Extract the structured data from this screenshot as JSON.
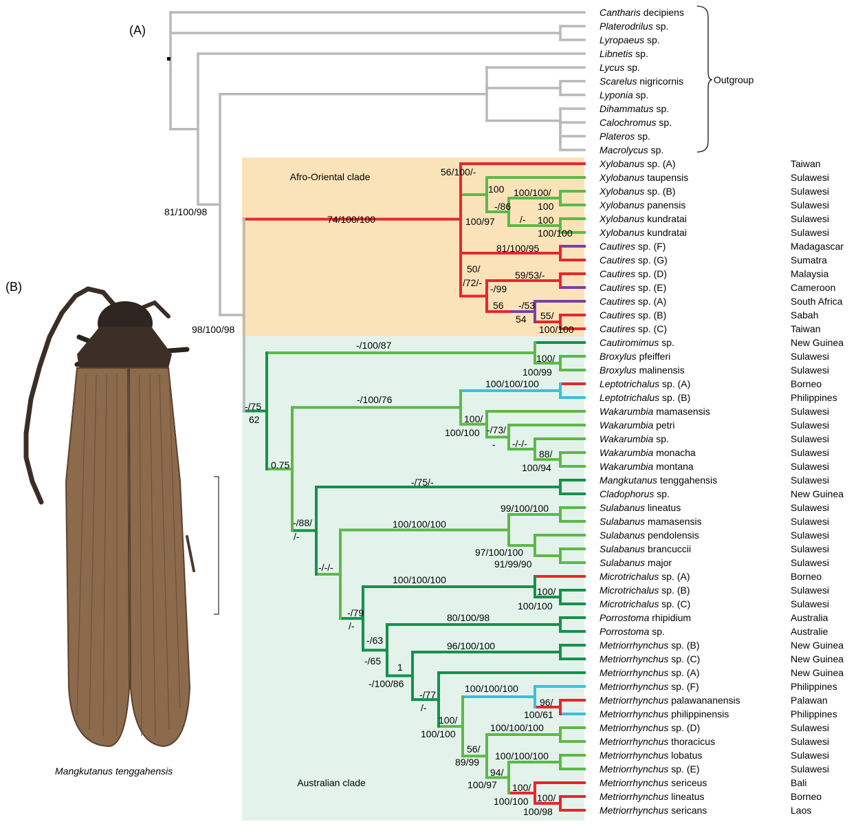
{
  "panels": {
    "a": "(A)",
    "b": "(B)"
  },
  "caption": "Mangkutanus tenggahensis",
  "outgroup_label": "Outgroup",
  "clades": {
    "afro": "Afro-Oriental clade",
    "aus": "Australian clade"
  },
  "colors": {
    "outgroup": "#b9b9b9",
    "red": "#e8262b",
    "green_light": "#5db848",
    "green_dark": "#15914a",
    "cyan": "#3cbfd7",
    "purple": "#7b3fa0",
    "afro_bg": "#fbe3b9",
    "aus_bg": "#e3f3ec"
  },
  "taxa": [
    {
      "genus": "Cantharis",
      "rest": " decipiens",
      "region": ""
    },
    {
      "genus": "Platerodrilus",
      "rest": " sp.",
      "region": ""
    },
    {
      "genus": "Lyropaeus",
      "rest": " sp.",
      "region": ""
    },
    {
      "genus": "Libnetis",
      "rest": " sp.",
      "region": ""
    },
    {
      "genus": "Lycus",
      "rest": " sp.",
      "region": ""
    },
    {
      "genus": "Scarelus",
      "rest": " nigricornis",
      "region": ""
    },
    {
      "genus": "Lyponia",
      "rest": " sp.",
      "region": ""
    },
    {
      "genus": "Dihammatus",
      "rest": " sp.",
      "region": ""
    },
    {
      "genus": "Calochromus",
      "rest": " sp.",
      "region": ""
    },
    {
      "genus": "Plateros",
      "rest": " sp.",
      "region": ""
    },
    {
      "genus": "Macrolycus",
      "rest": " sp.",
      "region": ""
    },
    {
      "genus": "Xylobanus",
      "rest": " sp. (A)",
      "region": "Taiwan"
    },
    {
      "genus": "Xylobanus",
      "rest": " taupensis",
      "region": "Sulawesi"
    },
    {
      "genus": "Xylobanus",
      "rest": " sp. (B)",
      "region": "Sulawesi"
    },
    {
      "genus": "Xylobanus",
      "rest": " panensis",
      "region": "Sulawesi"
    },
    {
      "genus": "Xylobanus",
      "rest": " kundratai",
      "region": "Sulawesi"
    },
    {
      "genus": "Xylobanus",
      "rest": " kundratai",
      "region": "Sulawesi"
    },
    {
      "genus": "Cautires",
      "rest": " sp. (F)",
      "region": "Madagascar"
    },
    {
      "genus": "Cautires",
      "rest": " sp. (G)",
      "region": "Sumatra"
    },
    {
      "genus": "Cautires",
      "rest": " sp. (D)",
      "region": "Malaysia"
    },
    {
      "genus": "Cautires",
      "rest": " sp. (E)",
      "region": "Cameroon"
    },
    {
      "genus": "Cautires",
      "rest": " sp. (A)",
      "region": "South Africa"
    },
    {
      "genus": "Cautires",
      "rest": " sp. (B)",
      "region": "Sabah"
    },
    {
      "genus": "Cautires",
      "rest": " sp. (C)",
      "region": "Taiwan"
    },
    {
      "genus": "Cautiromimus",
      "rest": " sp.",
      "region": "New Guinea"
    },
    {
      "genus": "Broxylus",
      "rest": " pfeifferi",
      "region": "Sulawesi"
    },
    {
      "genus": "Broxylus",
      "rest": " malinensis",
      "region": "Sulawesi"
    },
    {
      "genus": "Leptotrichalus",
      "rest": " sp. (A)",
      "region": "Borneo"
    },
    {
      "genus": "Leptotrichalus",
      "rest": " sp. (B)",
      "region": "Philippines"
    },
    {
      "genus": "Wakarumbia",
      "rest": " mamasensis",
      "region": "Sulawesi"
    },
    {
      "genus": "Wakarumbia",
      "rest": " petri",
      "region": "Sulawesi"
    },
    {
      "genus": "Wakarumbia",
      "rest": " sp.",
      "region": "Sulawesi"
    },
    {
      "genus": "Wakarumbia",
      "rest": " monacha",
      "region": "Sulawesi"
    },
    {
      "genus": "Wakarumbia",
      "rest": " montana",
      "region": "Sulawesi"
    },
    {
      "genus": "Mangkutanus",
      "rest": " tenggahensis",
      "region": "Sulawesi"
    },
    {
      "genus": "Cladophorus",
      "rest": " sp.",
      "region": "New Guinea"
    },
    {
      "genus": "Sulabanus",
      "rest": " lineatus",
      "region": "Sulawesi"
    },
    {
      "genus": "Sulabanus",
      "rest": " mamasensis",
      "region": "Sulawesi"
    },
    {
      "genus": "Sulabanus",
      "rest": " pendolensis",
      "region": "Sulawesi"
    },
    {
      "genus": "Sulabanus",
      "rest": " brancuccii",
      "region": "Sulawesi"
    },
    {
      "genus": "Sulabanus",
      "rest": " major",
      "region": "Sulawesi"
    },
    {
      "genus": "Microtrichalus",
      "rest": " sp. (A)",
      "region": "Borneo"
    },
    {
      "genus": "Microtrichalus",
      "rest": " sp. (B)",
      "region": "Sulawesi"
    },
    {
      "genus": "Microtrichalus",
      "rest": " sp. (C)",
      "region": "Sulawesi"
    },
    {
      "genus": "Porrostoma",
      "rest": " rhipidium",
      "region": "Australia"
    },
    {
      "genus": "Porrostoma",
      "rest": " sp.",
      "region": "Australie"
    },
    {
      "genus": "Metriorrhynchus",
      "rest": " sp. (B)",
      "region": "New Guinea"
    },
    {
      "genus": "Metriorrhynchus",
      "rest": " sp. (C)",
      "region": "New Guinea"
    },
    {
      "genus": "Metriorrhynchus",
      "rest": " sp. (A)",
      "region": "New Guinea"
    },
    {
      "genus": "Metriorrhynchus",
      "rest": " sp. (F)",
      "region": "Philippines"
    },
    {
      "genus": "Metriorrhynchus",
      "rest": " palawananensis",
      "region": "Palawan"
    },
    {
      "genus": "Metriorrhynchus",
      "rest": " philippinensis",
      "region": "Philippines"
    },
    {
      "genus": "Metriorrhynchus",
      "rest": " sp. (D)",
      "region": "Sulawesi"
    },
    {
      "genus": "Metriorrhynchus",
      "rest": " thoracicus",
      "region": "Sulawesi"
    },
    {
      "genus": "Metriorrhynchus",
      "rest": " lobatus",
      "region": "Sulawesi"
    },
    {
      "genus": "Metriorrhynchus",
      "rest": " sp. (E)",
      "region": "Sulawesi"
    },
    {
      "genus": "Metriorrhynchus",
      "rest": " sericeus",
      "region": "Bali"
    },
    {
      "genus": "Metriorrhynchus",
      "rest": " lineatus",
      "region": "Borneo"
    },
    {
      "genus": "Metriorrhynchus",
      "rest": " sericans",
      "region": "Laos"
    }
  ],
  "support_labels": [
    "81/100/98",
    "98/100/98",
    "74/100/100",
    "56/100/-",
    "100",
    "100/97",
    "100/100/",
    "-/86",
    "100",
    "/-",
    "100",
    "100/100",
    "81/100/95",
    "50/",
    "/72/-",
    "59/53/-",
    "-/99",
    "56",
    "-/53",
    "54",
    "55/",
    "100/100",
    "-/100/87",
    "100/",
    "100/99",
    "-/75",
    "62",
    "100/100/100",
    "-/100/76",
    "100/",
    "100/100",
    "-/73/",
    "-",
    "-/-/-",
    "88/",
    "100/94",
    "0.75",
    "-/75/-",
    "-/88/",
    "/-",
    "99/100/100",
    "100/100/100",
    "-/-/-",
    "97/100/100",
    "91/99/90",
    "100/100/100",
    "100/",
    "100/100",
    "-/79",
    "/-",
    "80/100/98",
    "-/63",
    "-/65",
    "96/100/100",
    "1",
    "-/100/86",
    "100/100/100",
    "-/77",
    "/-",
    "96/",
    "100/61",
    "100/",
    "100/100",
    "100/100/100",
    "56/",
    "89/99",
    "100/100/100",
    "94/",
    "100/97",
    "100/",
    "100/100",
    "100/",
    "100/98"
  ]
}
